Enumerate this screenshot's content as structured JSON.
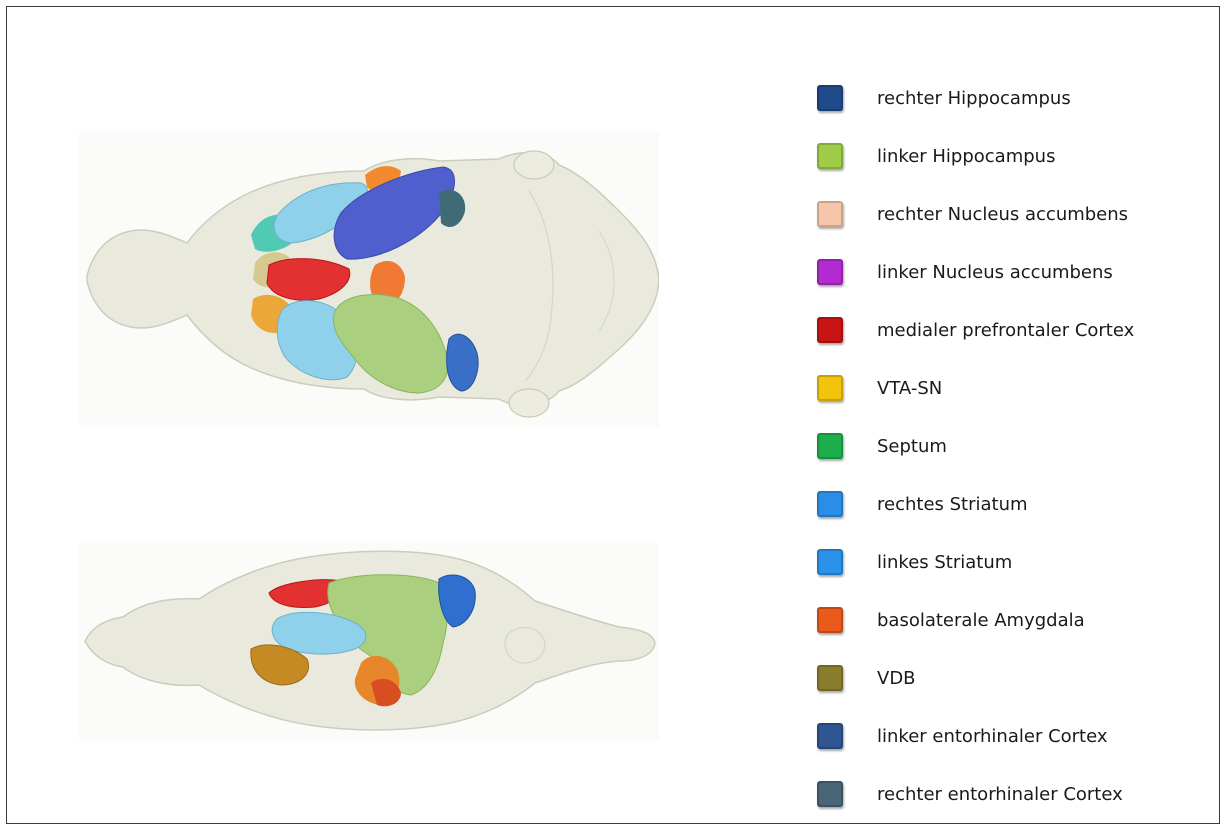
{
  "legend": [
    {
      "label": "rechter Hippocampus",
      "color": "#1f4a8a",
      "icon": "swatch-icon"
    },
    {
      "label": "linker Hippocampus",
      "color": "#9fcd4a",
      "icon": "swatch-icon"
    },
    {
      "label": "rechter Nucleus accumbens",
      "color": "#f6c6aa",
      "icon": "swatch-icon"
    },
    {
      "label": "linker Nucleus accumbens",
      "color": "#b22ad0",
      "icon": "swatch-icon"
    },
    {
      "label": "medialer prefrontaler Cortex",
      "color": "#c81414",
      "icon": "swatch-icon"
    },
    {
      "label": "VTA-SN",
      "color": "#f2c40c",
      "icon": "swatch-icon"
    },
    {
      "label": "Septum",
      "color": "#1fae4c",
      "icon": "swatch-icon"
    },
    {
      "label": "rechtes Striatum",
      "color": "#2a8ee6",
      "icon": "swatch-icon"
    },
    {
      "label": "linkes Striatum",
      "color": "#2a92ea",
      "icon": "swatch-icon"
    },
    {
      "label": "basolaterale Amygdala",
      "color": "#ea5a1c",
      "icon": "swatch-icon"
    },
    {
      "label": "VDB",
      "color": "#8a7e2e",
      "icon": "swatch-icon"
    },
    {
      "label": "linker entorhinaler Cortex",
      "color": "#2f5592",
      "icon": "swatch-icon"
    },
    {
      "label": "rechter entorhinaler Cortex",
      "color": "#4a6478",
      "icon": "swatch-icon"
    }
  ]
}
